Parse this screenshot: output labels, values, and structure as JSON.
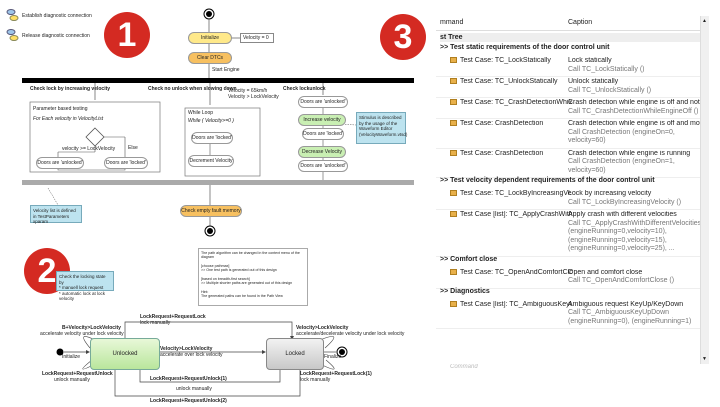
{
  "badges": [
    "1",
    "2",
    "3"
  ],
  "legend": {
    "establish": "Establish diagnostic connection",
    "release": "Release diagnostic connection"
  },
  "activity": {
    "initialize": "Initialize",
    "velocity0": "Velocity = 0",
    "clear_dtcs": "Clear DTCs",
    "start_engine": "Start Engine",
    "lane1_title": "Check lock by increasing velocity",
    "lane2_title": "Check no unlock when slowing down",
    "lane3_title": "Check lockunlock",
    "param_testing": "Parameter based testing",
    "for_each": "For Each velocity in VelocityList",
    "guard_lock": "velocity >= LockVelocity",
    "guard_else": "Else",
    "doors_unlocked": "Doors are 'unlocked'",
    "doors_locked": "Doors are 'locked'",
    "velocity_assign": "Velocity = 65km/h\nVelocity > LockVelocity",
    "while_loop": "While Loop",
    "while_cond": "While ( Velocity>=0 )",
    "decrement_velocity": "Decrement Velocity",
    "increase_velocity": "Increase velocity",
    "decrease_velocity": "Decrease Velocity",
    "stimulus_note": "Stimulus is described by the usage of the Waveform Editor (VelocityWaveform.vtsd)",
    "velocity_note": "Velocity list is defined in TestParameters xparam",
    "check_fault": "Check empty fault memory"
  },
  "state": {
    "locking_note": "Check the locking state by\n* manuell lock request\n* automatic lock at lock velocity",
    "path_note": "The path algorithm can be changed in the context menu of the diagram\n\n[choose pathmax]\n>> One test path is generated out of this design\n\n[based on breadth-first search]\n>> Multiple shorter paths are generated out of this design\n\nHint:\nThe generated paths can be found in the Path View",
    "unlocked": "Unlocked",
    "locked": "Locked",
    "initialize": "Initialize",
    "finalize": "Finalize",
    "t_top": "LockRequest+RequestLock",
    "t_top_sub": "lock manually",
    "t_left": "B+Velocity>LockVelocity",
    "t_left_sub": "accelerate velocity under lock velocity",
    "t_mid": "Velocity>LockVelocity",
    "t_mid_sub": "accelerate over lock velocity",
    "t_right": "Velocity>LockVelocity",
    "t_right_sub": "accelerate/decelerate velocity under lock velocity",
    "t_bl": "LockRequest+RequestUnlock",
    "t_bl_sub": "unlock manually",
    "t_bm": "LockRequest+RequestUnlock(1)",
    "t_bm_sub": "unlock manually",
    "t_br": "LockRequest+RequestLock(1)",
    "t_br_sub": "lock manually",
    "t_bottom": "LockRequest+RequestUnlock(2)",
    "t_bottom_sub": "unlock manually"
  },
  "table": {
    "col_command": "mmand",
    "col_caption": "Caption",
    "tree_label": "st Tree",
    "sections": [
      {
        "title": ">>  Test static requirements of the door control unit",
        "rows": [
          {
            "cmd": "Test Case: TC_LockStatically",
            "cap": "Lock statically",
            "call": [
              "Call TC_LockStatically ()"
            ]
          },
          {
            "cmd": "Test Case: TC_UnlockStatically",
            "cap": "Unlock statically",
            "call": [
              "Call TC_UnlockStatically ()"
            ]
          },
          {
            "cmd": "Test Case: TC_CrashDetectionWhileE...",
            "cap": "Crash detection while engine is off and not ...",
            "call": [
              "Call TC_CrashDetectionWhileEngineOff ()"
            ]
          },
          {
            "cmd": "Test Case: CrashDetection",
            "cap": "Crash detection while engine is off and movi...",
            "call": [
              "Call CrashDetection (engineOn=0,",
              "velocity=60)"
            ]
          },
          {
            "cmd": "Test Case: CrashDetection",
            "cap": "Crash detection while engine is running",
            "call": [
              "Call CrashDetection (engineOn=1,",
              "velocity=60)"
            ]
          }
        ]
      },
      {
        "title": ">>  Test velocity dependent requirements of the door control unit",
        "rows": [
          {
            "cmd": "Test Case: TC_LockByIncreasingVelo...",
            "cap": "Lock by increasing velocity",
            "call": [
              "Call TC_LockByIncreasingVelocity ()"
            ]
          },
          {
            "cmd": "Test Case [list]: TC_ApplyCrashWithDi...",
            "cap": "Apply crash with different velocities",
            "call": [
              "Call TC_ApplyCrashWithDifferentVelocities",
              "(engineRunning=0,velocity=10),",
              "(engineRunning=0,velocity=15),",
              "(engineRunning=0,velocity=25), ..."
            ]
          }
        ]
      },
      {
        "title": ">>  Comfort close",
        "rows": [
          {
            "cmd": "Test Case: TC_OpenAndComfortClose",
            "cap": "Open and comfort close",
            "call": [
              "Call TC_OpenAndComfortClose ()"
            ]
          }
        ]
      },
      {
        "title": ">>  Diagnostics",
        "rows": [
          {
            "cmd": "Test Case [list]: TC_AmbiguousKeyU...",
            "cap": "Ambiguous request KeyUp/KeyDown",
            "call": [
              "Call TC_AmbiguousKeyUpDown",
              "(engineRunning=0), (engineRunning=1)"
            ]
          }
        ]
      }
    ],
    "add_command": "Command"
  }
}
